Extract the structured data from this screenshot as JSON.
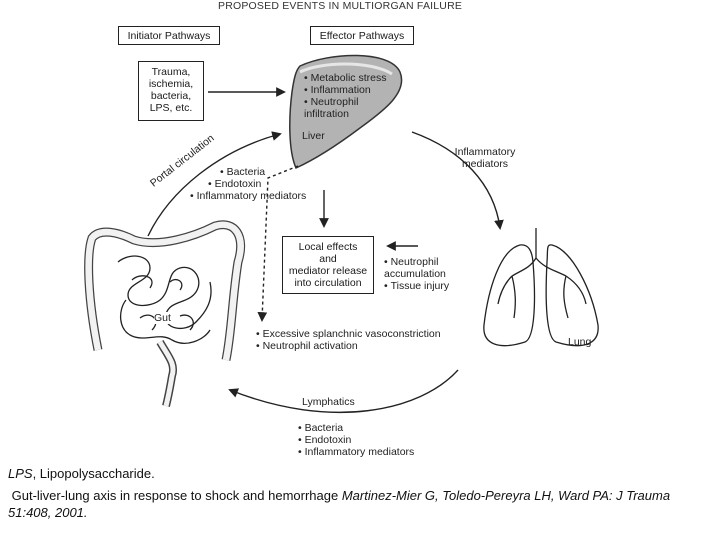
{
  "diagram": {
    "title": "PROPOSED EVENTS IN MULTIORGAN FAILURE",
    "initiator_header": "Initiator Pathways",
    "effector_header": "Effector Pathways",
    "initiators": [
      "Trauma,",
      "ischemia,",
      "bacteria,",
      "LPS, etc."
    ],
    "liver_effects": [
      "Metabolic stress",
      "Inflammation",
      "Neutrophil infiltration"
    ],
    "liver_label": "Liver",
    "portal_label": "Portal circulation",
    "portal_items": [
      "Bacteria",
      "Endotoxin",
      "Inflammatory mediators"
    ],
    "inflammatory_label": "Inflammatory mediators",
    "local_effects": [
      "Local effects",
      "and",
      "mediator release",
      "into circulation"
    ],
    "lung_effects": [
      "Neutrophil accumulation",
      "Tissue injury"
    ],
    "gut_label": "Gut",
    "gut_effects": [
      "Excessive splanchnic vasoconstriction",
      "Neutrophil activation"
    ],
    "lung_label": "Lung",
    "lymphatics_label": "Lymphatics",
    "lymphatic_items": [
      "Bacteria",
      "Endotoxin",
      "Inflammatory mediators"
    ]
  },
  "caption": {
    "abbr_term": "LPS",
    "abbr_def": ", Lipopolysaccharide.",
    "description": " Gut-liver-lung axis in response to shock and hemorrhage ",
    "citation": "Martinez-Mier G, Toledo-Pereyra LH, Ward PA: J Trauma 51:408, 2001."
  }
}
